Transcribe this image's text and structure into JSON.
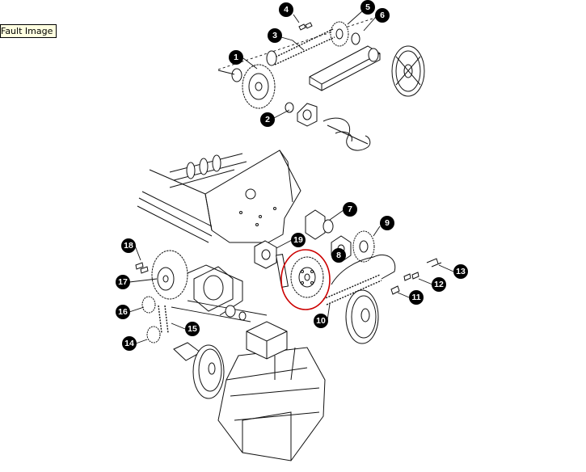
{
  "tooltip": {
    "text": "Fault Image"
  },
  "callouts": [
    "1",
    "2",
    "3",
    "4",
    "5",
    "6",
    "7",
    "8",
    "9",
    "10",
    "11",
    "12",
    "13",
    "14",
    "15",
    "16",
    "17",
    "18",
    "19"
  ],
  "colors": {
    "highlight": "#cc0000",
    "callout_fill": "#000000",
    "line": "#111111"
  },
  "highlighted_part": "10"
}
